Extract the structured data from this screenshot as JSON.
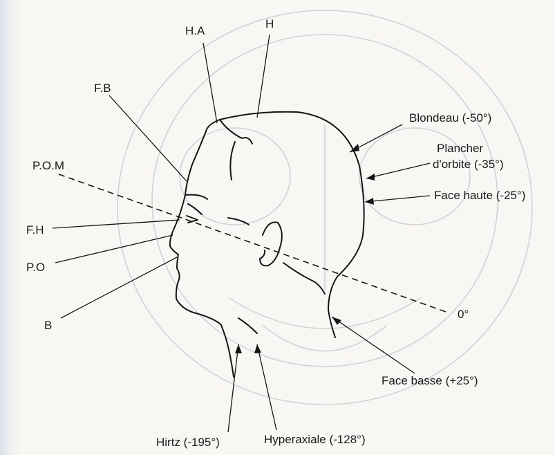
{
  "figure": {
    "top_labels": {
      "ha": "H.A",
      "h": "H"
    },
    "left_labels": {
      "fb": "F.B",
      "pom": "P.O.M",
      "fh": "F.H",
      "po": "P.O",
      "b": "B"
    },
    "right_labels": {
      "blondeau": "Blondeau (-50°)",
      "plancher_line1": "Plancher",
      "plancher_line2": "d'orbite (-35°)",
      "face_haute": "Face haute (-25°)",
      "zero": "0°",
      "face_basse": "Face basse (+25°)"
    },
    "bottom_labels": {
      "hirtz": "Hirtz (-195°)",
      "hyperaxiale": "Hyperaxiale (-128°)"
    },
    "colors": {
      "ink": "#151515",
      "ghost_skull": "#cdd3db",
      "background": "#f8f7f4"
    }
  }
}
